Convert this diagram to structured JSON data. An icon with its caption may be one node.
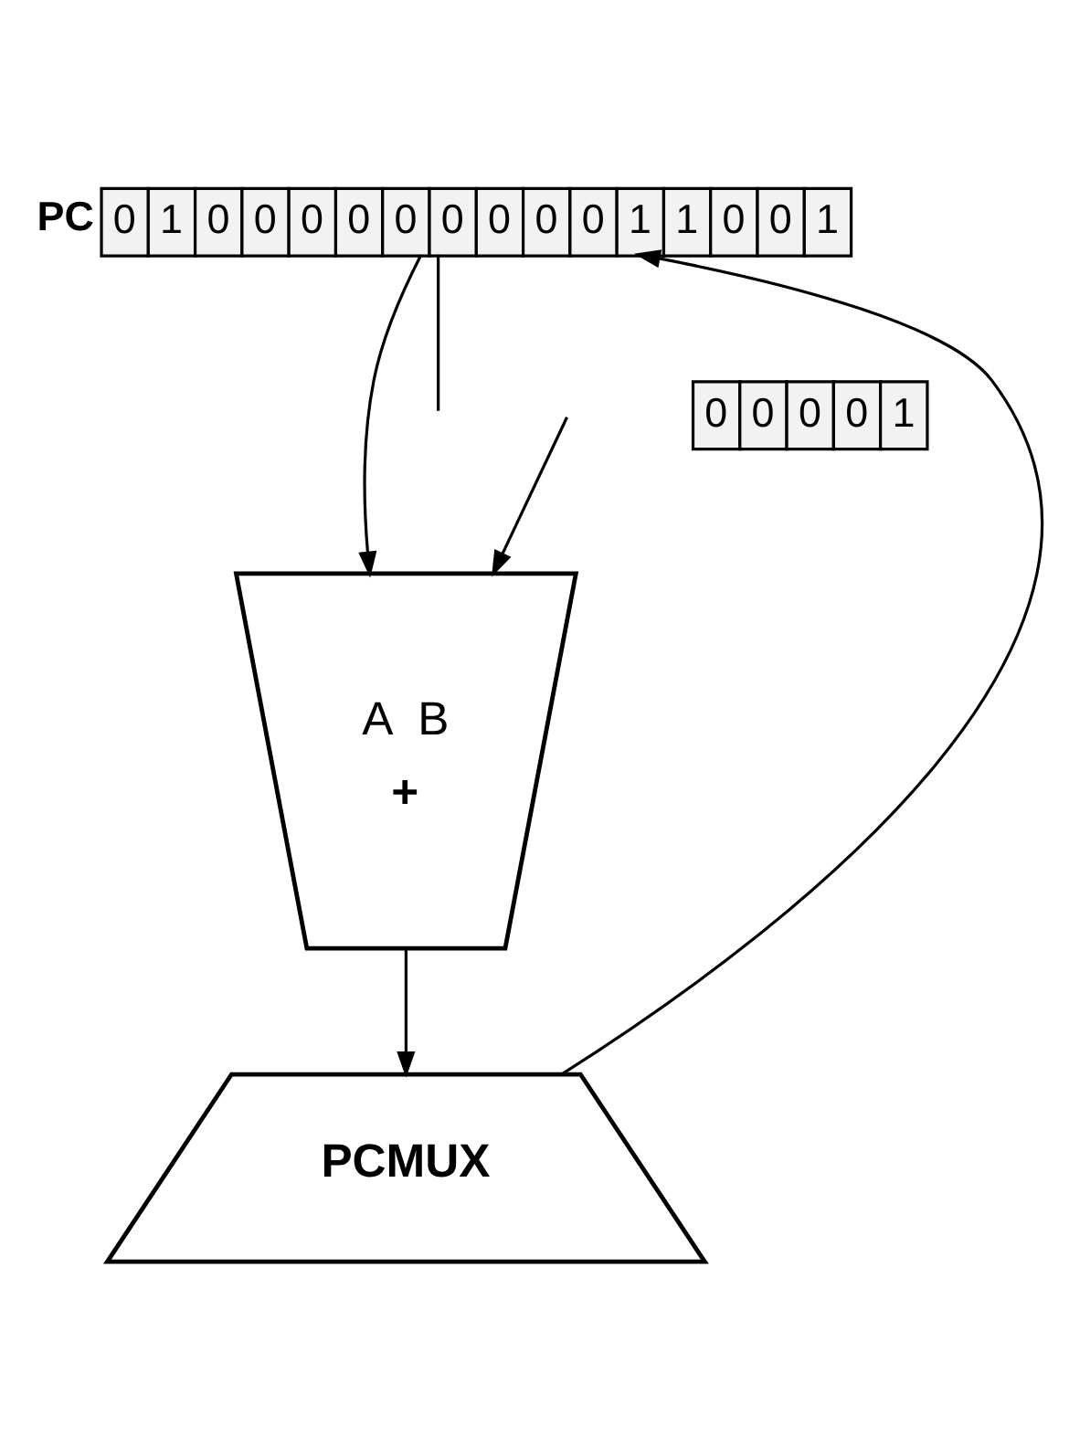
{
  "diagram": {
    "nodes": [
      {
        "text": [
          "0",
          "1",
          "0",
          "0",
          "0",
          "0",
          "0",
          "0",
          "0",
          "0",
          "0",
          "1",
          "1",
          "0",
          "0",
          "1"
        ],
        "beside": [
          "PC"
        ]
      },
      {
        "text": [
          "0",
          "0",
          "0",
          "0",
          "1"
        ]
      },
      {
        "text": [
          "A",
          "B",
          "+"
        ]
      },
      {
        "text": [
          "PCMUX"
        ]
      }
    ],
    "edges": [
      {
        "from": 0,
        "to": 2,
        "arrow": "to"
      },
      {
        "from": 0,
        "to": null,
        "arrow": "none"
      },
      {
        "from": null,
        "to": 2,
        "arrow": "to"
      },
      {
        "from": 2,
        "to": 3,
        "arrow": "to"
      },
      {
        "from": 3,
        "to": 0,
        "arrow": "to"
      }
    ]
  }
}
